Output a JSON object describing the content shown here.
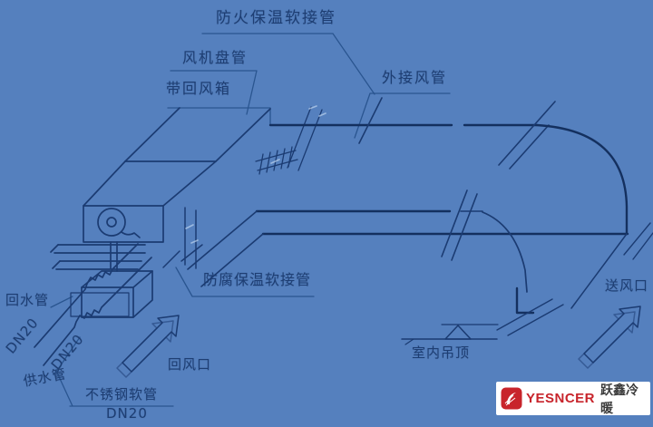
{
  "canvas": {
    "background_color": "#5580BE",
    "line_color_dark": "#14305F",
    "line_color_mid": "#1B3B72",
    "leader_color": "#2A5590",
    "text_color": "#1E3E73"
  },
  "labels": {
    "fireproof_flex_duct": "防火保温软接管",
    "fan_coil_unit": "风机盘管",
    "with_return_air_box": "带回风箱",
    "external_air_duct": "外接风管",
    "anticorrosive_flex_duct": "防腐保温软接管",
    "return_water_pipe": "回水管",
    "return_pipe_dn": "DN20",
    "supply_pipe_dn": "DN20",
    "supply_water_pipe": "供水管",
    "stainless_steel_hose": "不锈钢软管",
    "stainless_steel_hose_dn": "DN20",
    "return_air_inlet": "回风口",
    "indoor_ceiling": "室内吊顶",
    "supply_air_outlet": "送风口"
  },
  "logo": {
    "brand_en": "YESNCER",
    "brand_cn": "跃鑫冷暖",
    "brand_color": "#C8242B",
    "background": "#FFFFFF",
    "cn_text_color": "#3B3B3B"
  }
}
